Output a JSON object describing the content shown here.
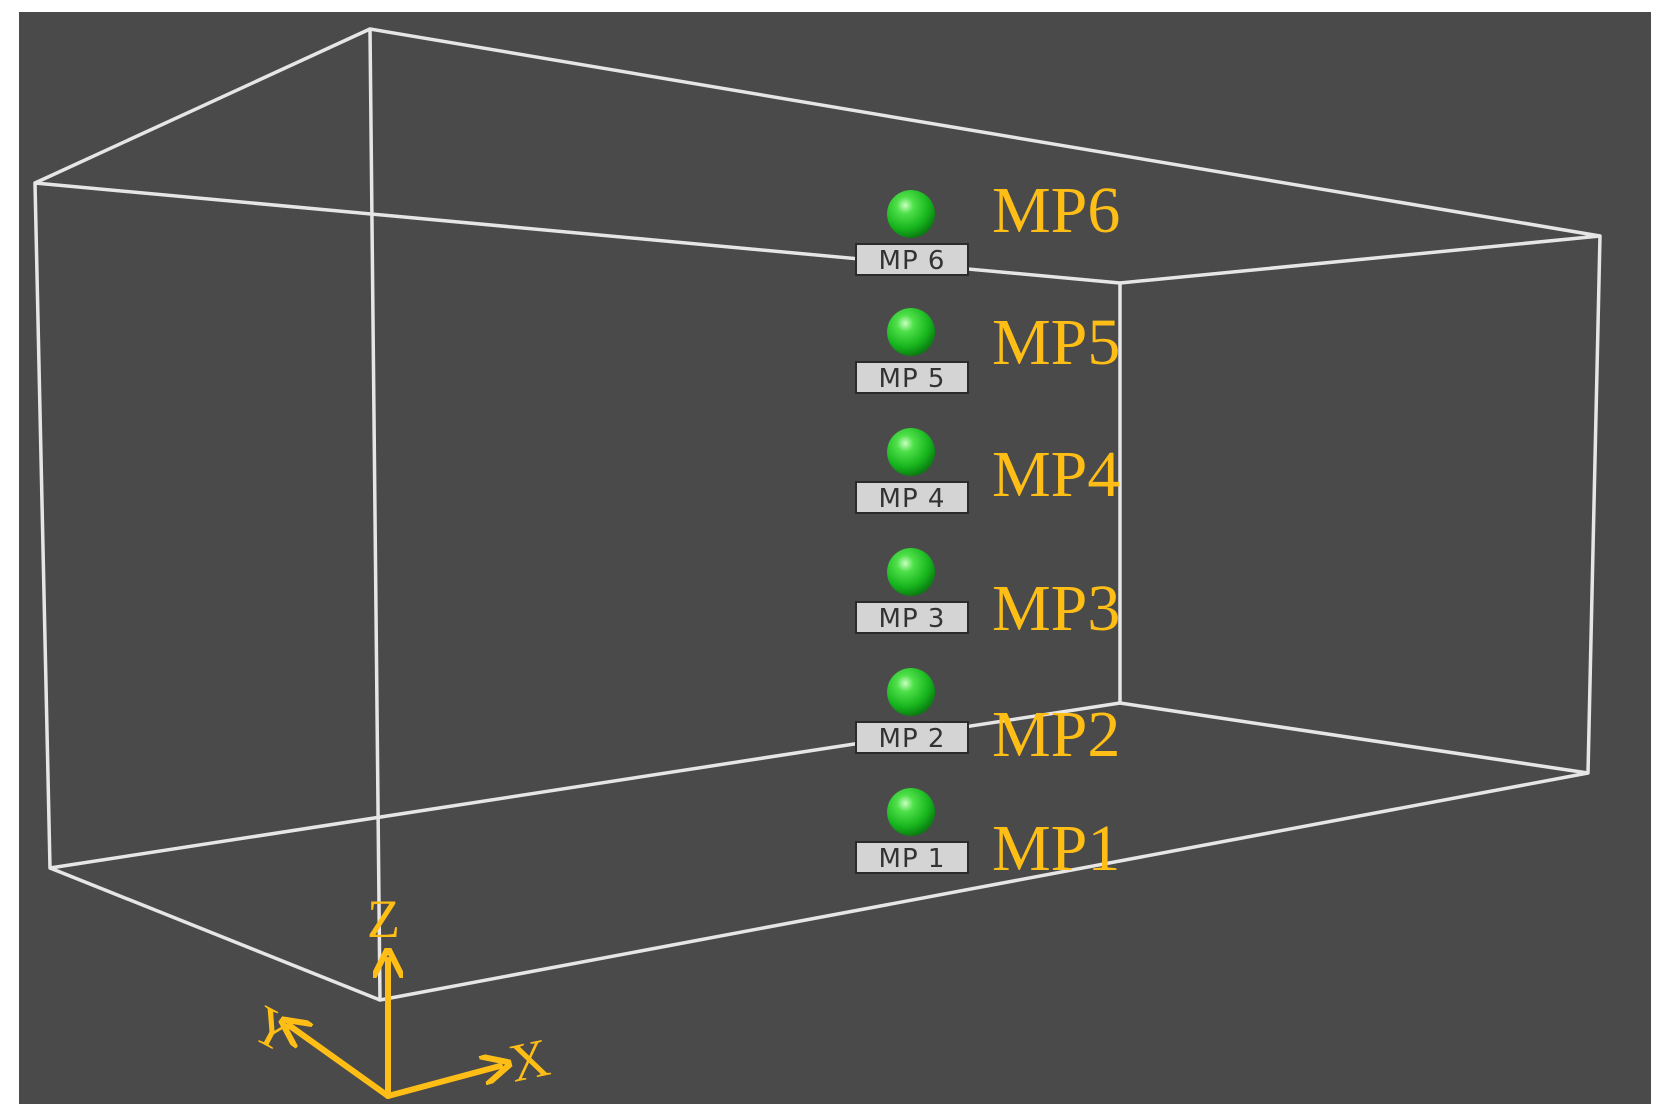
{
  "colors": {
    "background": "#4a4a4a",
    "frame": "#ffffff",
    "box_edge": "#e0e0e0",
    "accent": "#ffbe16",
    "sphere": "#22c52a",
    "tag_fill": "#d4d4d4",
    "tag_text": "#333333"
  },
  "points": [
    {
      "tag": "MP 6",
      "label": "MP6",
      "icon": "green-sphere-icon"
    },
    {
      "tag": "MP 5",
      "label": "MP5",
      "icon": "green-sphere-icon"
    },
    {
      "tag": "MP 4",
      "label": "MP4",
      "icon": "green-sphere-icon"
    },
    {
      "tag": "MP 3",
      "label": "MP3",
      "icon": "green-sphere-icon"
    },
    {
      "tag": "MP 2",
      "label": "MP2",
      "icon": "green-sphere-icon"
    },
    {
      "tag": "MP 1",
      "label": "MP1",
      "icon": "green-sphere-icon"
    }
  ],
  "axes": {
    "z": "Z",
    "y": "Y",
    "x": "X"
  }
}
